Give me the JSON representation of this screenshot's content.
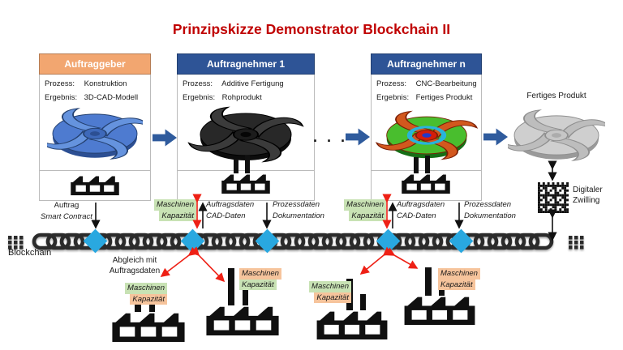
{
  "title": "Prinzipskizze Demonstrator Blockchain II",
  "colors": {
    "title_red": "#C00000",
    "header_orange": "#F2A670",
    "header_blue": "#2E5496",
    "box_border": "#BBBBBB",
    "highlight_green": "#C8E2B4",
    "highlight_orange": "#F6C49C",
    "diamond_blue": "#29A8E0",
    "flow_arrow_blue": "#2F5B9D",
    "arrow_red": "#EE2015",
    "chain_dark": "#2B2B2B",
    "text_dark": "#1A1A1A"
  },
  "boxes": {
    "auftraggeber": {
      "header": "Auftraggeber",
      "prozess_label": "Prozess:",
      "prozess": "Konstruktion",
      "ergebnis_label": "Ergebnis:",
      "ergebnis": "3D-CAD-Modell"
    },
    "auftragnehmer1": {
      "header": "Auftragnehmer 1",
      "prozess_label": "Prozess:",
      "prozess": "Additive Fertigung",
      "ergebnis_label": "Ergebnis:",
      "ergebnis": "Rohprodukt"
    },
    "auftragnehmer_n": {
      "header": "Auftragnehmer n",
      "prozess_label": "Prozess:",
      "prozess": "CNC-Bearbeitung",
      "ergebnis_label": "Ergebnis:",
      "ergebnis": "Fertiges Produkt"
    }
  },
  "labels": {
    "fertiges_produkt": "Fertiges Produkt",
    "digitaler": "Digitaler",
    "zwilling": "Zwilling",
    "blockchain": "Blockchain",
    "auftrag": "Auftrag",
    "smart_contract": "Smart Contract",
    "maschinen": "Maschinen",
    "kapazitaet": "Kapazität",
    "auftragsdaten": "Auftragsdaten",
    "cad_daten": "CAD-Daten",
    "prozessdaten": "Prozessdaten",
    "dokumentation": "Dokumentation",
    "abgleich_1": "Abgleich mit",
    "abgleich_2": "Auftragsdaten",
    "ellipsis": "· · ·"
  },
  "bottom_factories": [
    {
      "maschinen_bg": "green",
      "kapazitaet_bg": "orange"
    },
    {
      "maschinen_bg": "orange",
      "kapazitaet_bg": "green"
    },
    {
      "maschinen_bg": "green",
      "kapazitaet_bg": "orange"
    },
    {
      "maschinen_bg": "orange",
      "kapazitaet_bg": "orange"
    }
  ]
}
